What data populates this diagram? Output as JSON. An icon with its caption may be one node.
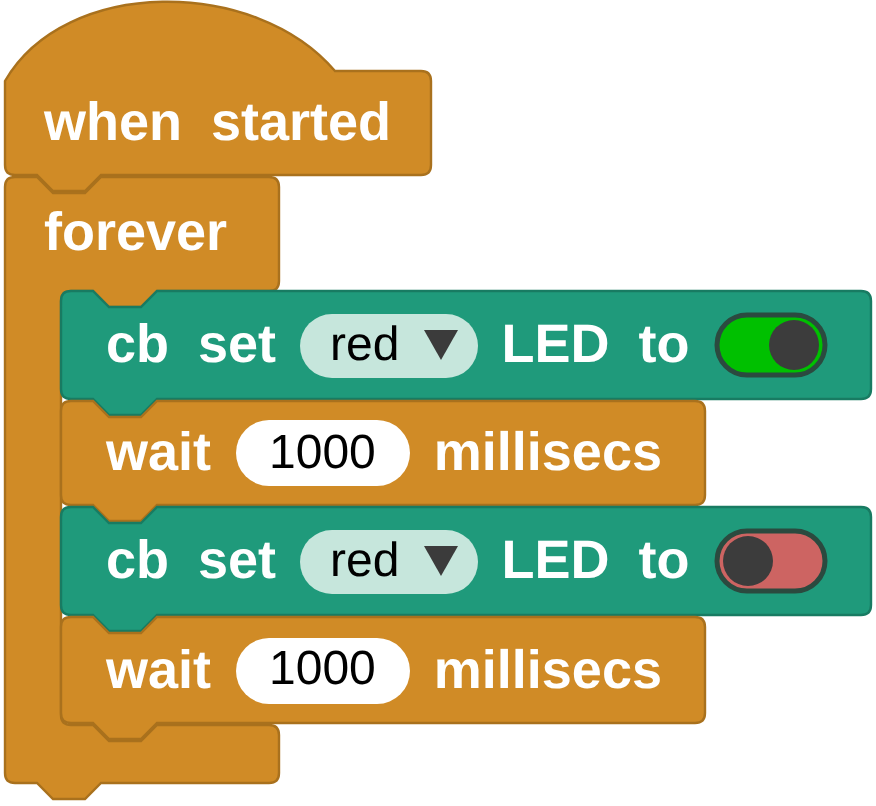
{
  "diagram": {
    "nodes": [
      {
        "text": [
          "when started"
        ]
      },
      {
        "text": [
          "forever"
        ]
      },
      {
        "text": [
          "cb set",
          "LED to"
        ]
      },
      {
        "text": [
          "red"
        ],
        "in": 2
      },
      {
        "text": [],
        "shape": "toggle",
        "in": 2
      },
      {
        "text": [
          "wait",
          "millisecs"
        ]
      },
      {
        "text": [
          "1000"
        ],
        "in": 5
      },
      {
        "text": [
          "cb set",
          "LED to"
        ]
      },
      {
        "text": [
          "red"
        ],
        "in": 7
      },
      {
        "text": [],
        "shape": "toggle",
        "in": 7
      },
      {
        "text": [
          "wait",
          "millisecs"
        ]
      },
      {
        "text": [
          "1000"
        ],
        "in": 10
      }
    ]
  }
}
